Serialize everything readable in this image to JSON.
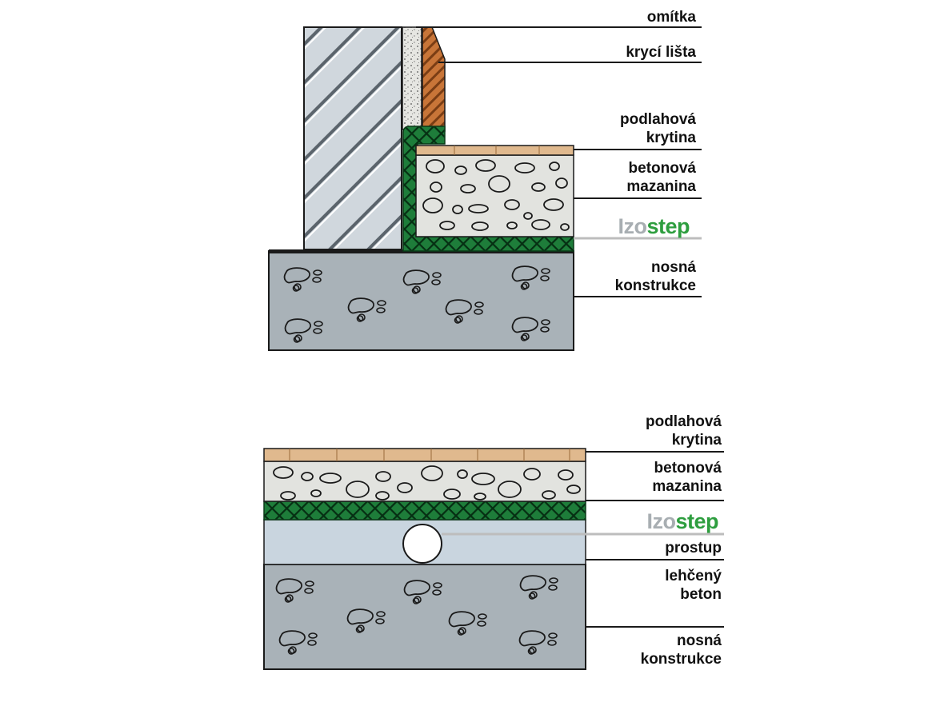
{
  "colors": {
    "wall_fill": "#d0d7dd",
    "wall_hatch": "#5b646c",
    "plaster": "#e6e6e2",
    "trim": "#c87538",
    "floor_tile": "#e0b98e",
    "screed": "#e2e3df",
    "membrane_green": "#1e7d3a",
    "membrane_dark": "#063b17",
    "structure": "#a9b2b8",
    "light_concrete": "#c9d5df",
    "leader": "#1a1a1a",
    "brand_grey": "#a8aeb2",
    "brand_green": "#2e9e3f"
  },
  "top_detail": {
    "labels": {
      "plaster": "omítka",
      "trim": "krycí lišta",
      "floor_covering_1": "podlahová",
      "floor_covering_2": "krytina",
      "screed_1": "betonová",
      "screed_2": "mazanina",
      "structure_1": "nosná",
      "structure_2": "konstrukce"
    },
    "brand": {
      "part1": "Izo",
      "part2": "step"
    }
  },
  "bottom_detail": {
    "labels": {
      "floor_covering_1": "podlahová",
      "floor_covering_2": "krytina",
      "screed_1": "betonová",
      "screed_2": "mazanina",
      "penetration": "prostup",
      "light_concrete_1": "lehčený",
      "light_concrete_2": "beton",
      "structure_1": "nosná",
      "structure_2": "konstrukce"
    },
    "brand": {
      "part1": "Izo",
      "part2": "step"
    }
  }
}
